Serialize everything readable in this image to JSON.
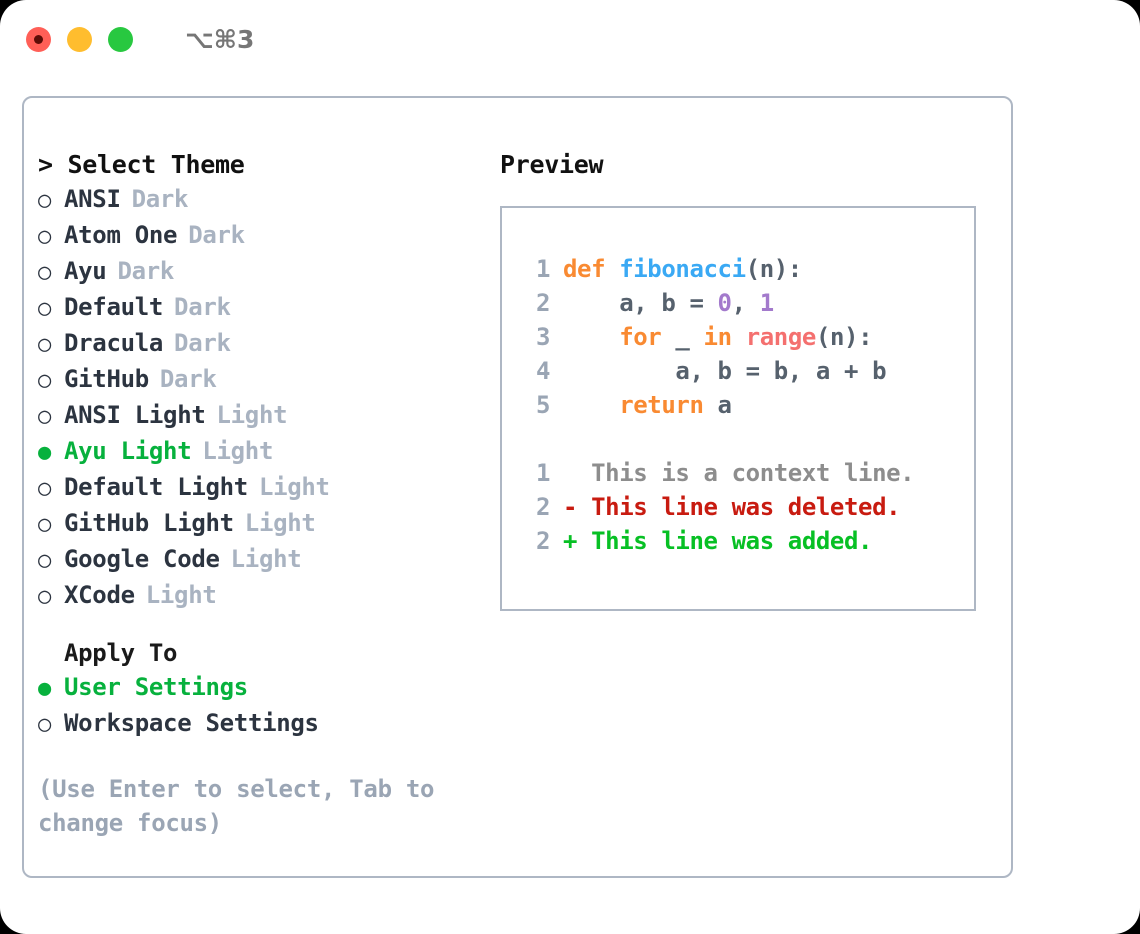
{
  "titlebar": {
    "lights": [
      {
        "name": "close",
        "color": "#ff5f57"
      },
      {
        "name": "minimize",
        "color": "#ffbd2e"
      },
      {
        "name": "zoom",
        "color": "#28c840"
      }
    ],
    "shortcut": "⌥⌘3"
  },
  "theme_picker": {
    "header": "> Select Theme",
    "selected_color": "#07b13d",
    "bullet_selected": "●",
    "bullet_unselected": "○",
    "items": [
      {
        "label": "ANSI",
        "badge": "Dark",
        "selected": false
      },
      {
        "label": "Atom One",
        "badge": "Dark",
        "selected": false
      },
      {
        "label": "Ayu",
        "badge": "Dark",
        "selected": false
      },
      {
        "label": "Default",
        "badge": "Dark",
        "selected": false
      },
      {
        "label": "Dracula",
        "badge": "Dark",
        "selected": false
      },
      {
        "label": "GitHub",
        "badge": "Dark",
        "selected": false
      },
      {
        "label": "ANSI Light",
        "badge": "Light",
        "selected": false
      },
      {
        "label": "Ayu Light",
        "badge": "Light",
        "selected": true
      },
      {
        "label": "Default Light",
        "badge": "Light",
        "selected": false
      },
      {
        "label": "GitHub Light",
        "badge": "Light",
        "selected": false
      },
      {
        "label": "Google Code",
        "badge": "Light",
        "selected": false
      },
      {
        "label": "XCode",
        "badge": "Light",
        "selected": false
      }
    ]
  },
  "apply_to": {
    "header": "Apply To",
    "items": [
      {
        "label": "User Settings",
        "selected": true
      },
      {
        "label": "Workspace Settings",
        "selected": false
      }
    ]
  },
  "hint": "(Use Enter to select, Tab to change focus)",
  "preview": {
    "title": "Preview",
    "code_lines": [
      {
        "num": "1",
        "tokens": [
          {
            "text": "def ",
            "style": "kw"
          },
          {
            "text": "fibonacci",
            "style": "fn"
          },
          {
            "text": "(n):",
            "style": "plain"
          }
        ]
      },
      {
        "num": "2",
        "tokens": [
          {
            "text": "    a, b = ",
            "style": "plain"
          },
          {
            "text": "0",
            "style": "num"
          },
          {
            "text": ", ",
            "style": "plain"
          },
          {
            "text": "1",
            "style": "num"
          }
        ]
      },
      {
        "num": "3",
        "tokens": [
          {
            "text": "    ",
            "style": "plain"
          },
          {
            "text": "for",
            "style": "kw"
          },
          {
            "text": " _ ",
            "style": "plain"
          },
          {
            "text": "in",
            "style": "kw"
          },
          {
            "text": " ",
            "style": "plain"
          },
          {
            "text": "range",
            "style": "bi"
          },
          {
            "text": "(n):",
            "style": "plain"
          }
        ]
      },
      {
        "num": "4",
        "tokens": [
          {
            "text": "        a, b = b, a + b",
            "style": "plain"
          }
        ]
      },
      {
        "num": "5",
        "tokens": [
          {
            "text": "    ",
            "style": "plain"
          },
          {
            "text": "return",
            "style": "kw"
          },
          {
            "text": " a",
            "style": "plain"
          }
        ]
      }
    ],
    "diff_lines": [
      {
        "num": "1",
        "text": "  This is a context line.",
        "style": "ctx"
      },
      {
        "num": "2",
        "text": "- This line was deleted.",
        "style": "del"
      },
      {
        "num": "2",
        "text": "+ This line was added.",
        "style": "add"
      }
    ]
  }
}
